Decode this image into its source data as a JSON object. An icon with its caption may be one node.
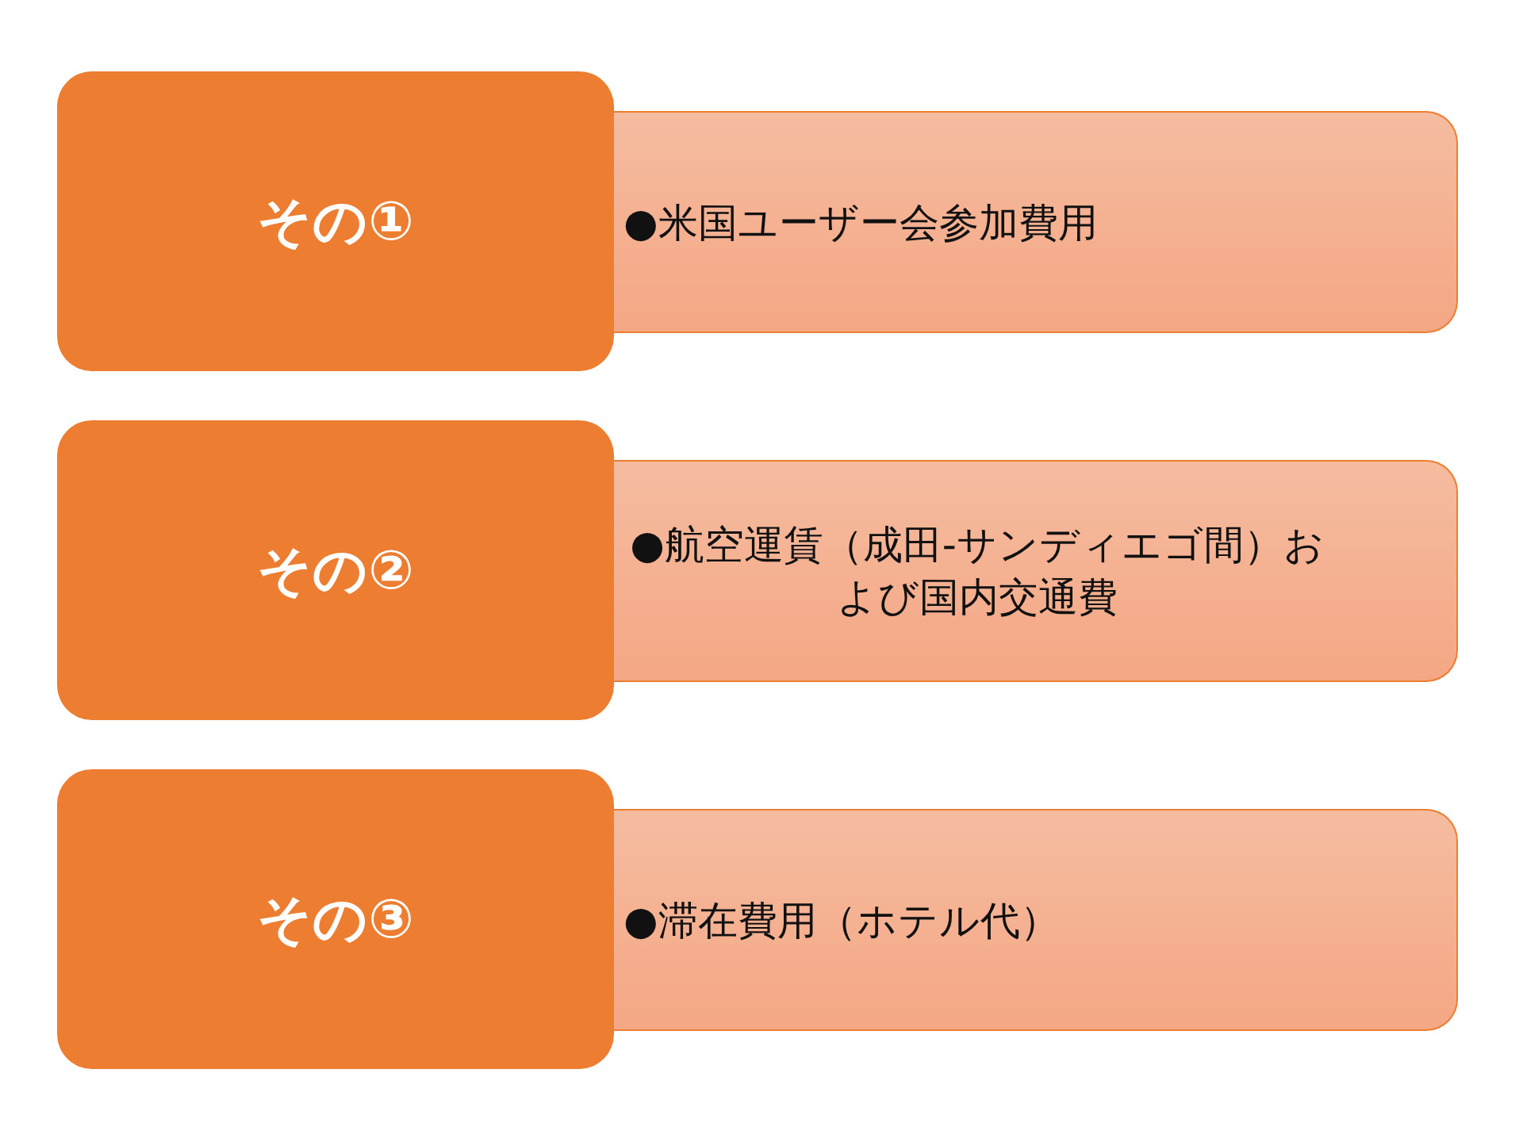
{
  "diagram": {
    "nodes": [
      {
        "text": [
          "その①"
        ]
      },
      {
        "text": [
          "●米国ユーザー会参加費用"
        ]
      },
      {
        "text": [
          "その②"
        ]
      },
      {
        "text": [
          "●航空運賃（成田-サンディエゴ間）および国内交通費"
        ]
      },
      {
        "text": [
          "その③"
        ]
      },
      {
        "text": [
          "●滞在費用（ホテル代）"
        ]
      }
    ]
  }
}
